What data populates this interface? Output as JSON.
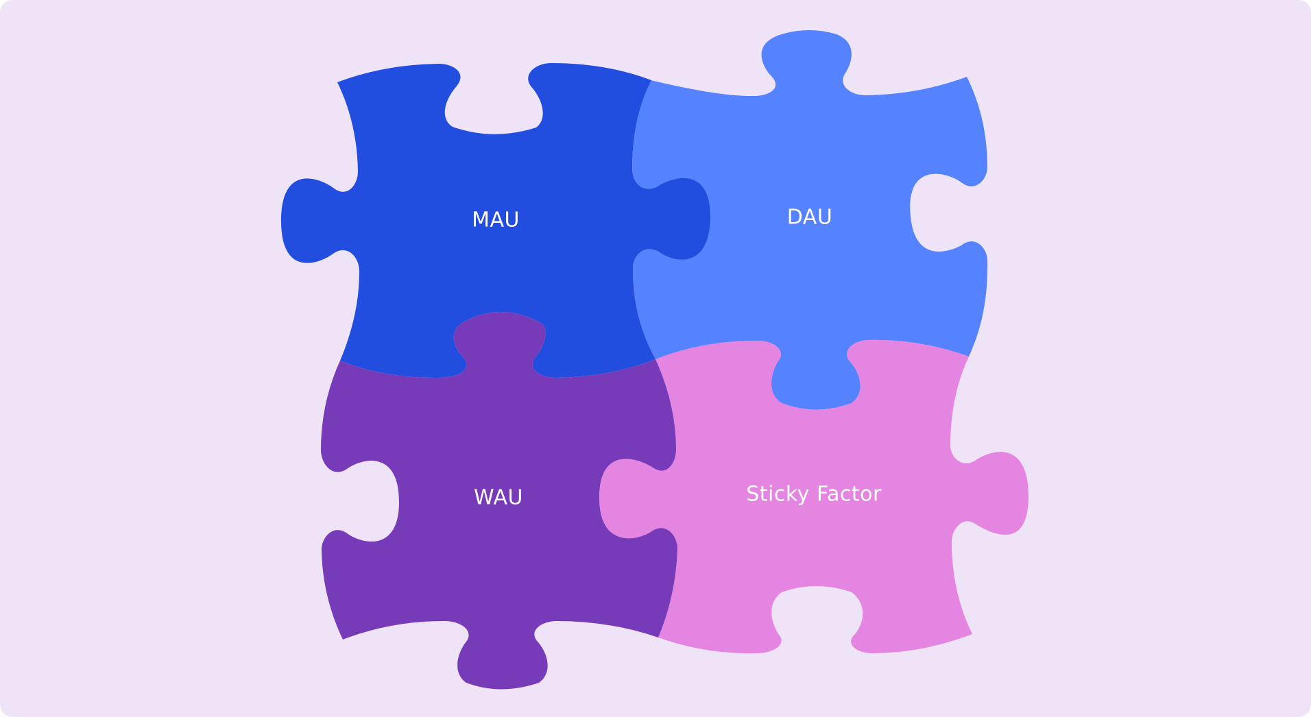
{
  "diagram": {
    "background_color": "#EFE3F7",
    "label_color": "#FFFFFF",
    "pieces": [
      {
        "id": "mau",
        "label": "MAU",
        "color": "#224EE0"
      },
      {
        "id": "dau",
        "label": "DAU",
        "color": "#5582FE"
      },
      {
        "id": "wau",
        "label": "WAU",
        "color": "#773BB9"
      },
      {
        "id": "sticky",
        "label": "Sticky Factor",
        "color": "#E585E2"
      }
    ]
  }
}
